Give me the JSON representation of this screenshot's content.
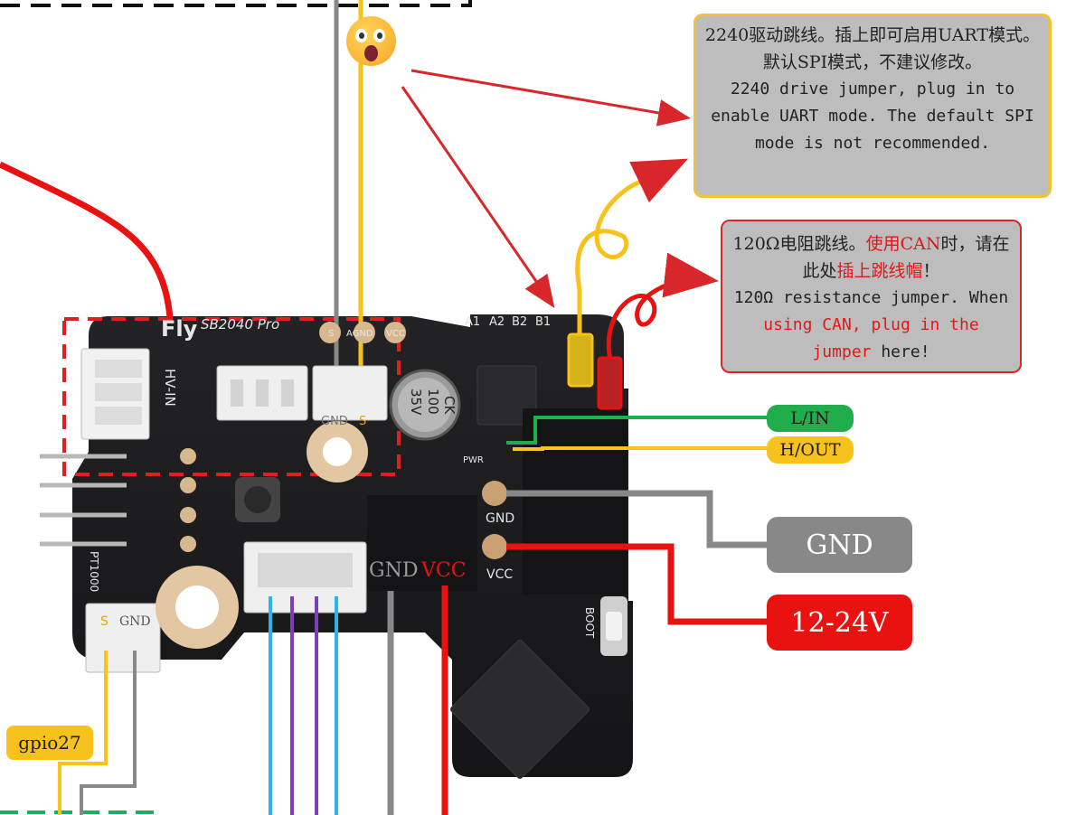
{
  "callouts": {
    "uart": {
      "zh": "2240驱动跳线。插上即可启用UART模式。默认SPI模式，不建议修改。",
      "en": "2240 drive jumper, plug in to enable UART mode. The default SPI mode is not recommended."
    },
    "can": {
      "zh_1": "120Ω电阻跳线。",
      "zh_2": "使用CAN",
      "zh_3": "时，请在此处",
      "zh_4": "插上跳线帽",
      "zh_5": "！",
      "en_1": "120Ω resistance jumper.",
      "en_2": "When",
      "en_3": "using CAN, plug in the jumper",
      "en_4": "here!"
    }
  },
  "labels": {
    "lin": "L/IN",
    "hout": "H/OUT",
    "gnd": "GND",
    "vin": "12-24V",
    "gpio": "gpio27"
  },
  "board": {
    "logo": "Fly",
    "model": "SB2040 Pro",
    "hv_in": "HV-IN",
    "cap_ck": "CK",
    "cap_100": "100",
    "cap_35v": "35V",
    "gnd_left": "GND",
    "s_left": "S",
    "gnd_mid": "GND",
    "vcc_mid": "VCC",
    "gnd_small": "GND",
    "vcc_small": "VCC",
    "a1": "A1",
    "a2": "A2",
    "b2": "B2",
    "b1": "B1",
    "pwr": "PWR",
    "boot": "BOOT",
    "pt1000": "PT1000",
    "fan_s": "S",
    "fan_gnd": "GND",
    "top_s": "S",
    "top_agnd": "AGND",
    "top_vcc": "VCC",
    "top_gnd": "GND",
    "top_s2": "S"
  },
  "colors": {
    "wire_red": "#ea1111",
    "wire_yellow": "#f7c21c",
    "wire_green": "#1fae4b",
    "wire_gray": "#888888",
    "wire_blue": "#2cb5e8",
    "wire_purple": "#7b3fb8",
    "pcb": "#1b1b1d",
    "dashed_red": "#e02020"
  }
}
